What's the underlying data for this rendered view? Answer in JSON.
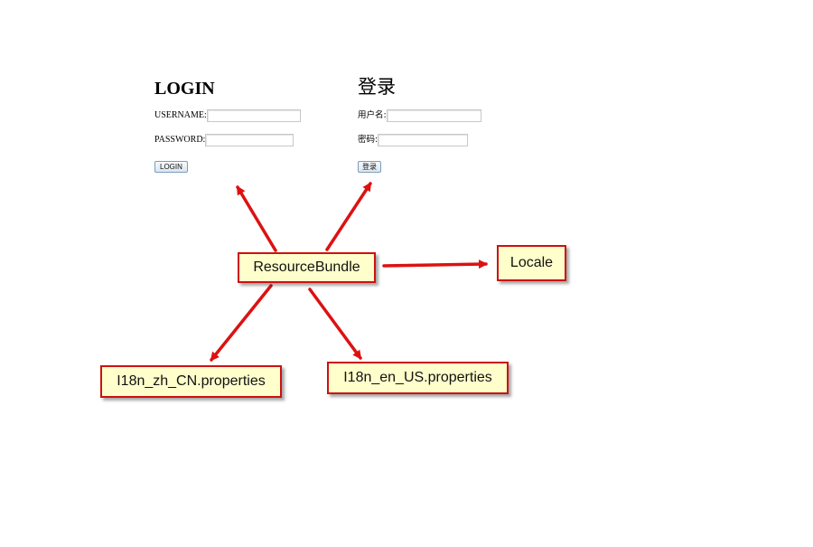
{
  "login_en": {
    "title": "LOGIN",
    "username_label": "USERNAME:",
    "password_label": "PASSWORD:",
    "button_label": "LOGIN"
  },
  "login_zh": {
    "title": "登录",
    "username_label": "用户名:",
    "password_label": "密码:",
    "button_label": "登录"
  },
  "diagram": {
    "resource_bundle": "ResourceBundle",
    "locale": "Locale",
    "properties_zh": "I18n_zh_CN.properties",
    "properties_en": "I18n_en_US.properties"
  },
  "colors": {
    "arrow": "#dd1111",
    "box_border": "#cc1111",
    "box_fill": "#ffffcc"
  }
}
